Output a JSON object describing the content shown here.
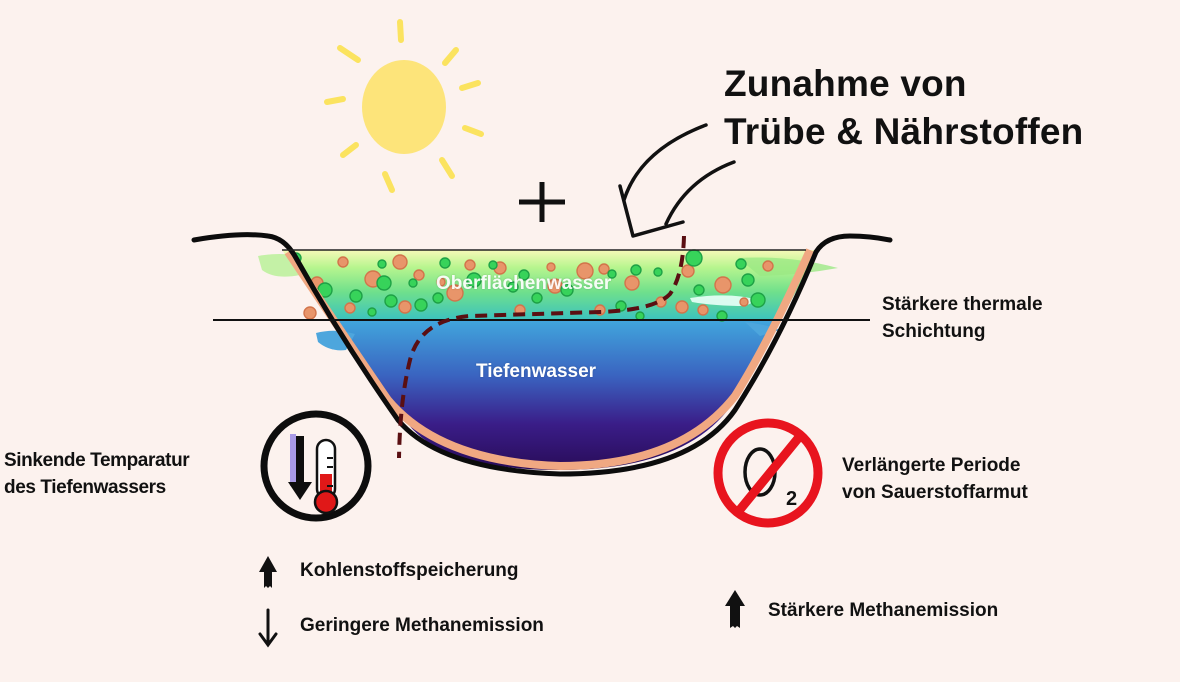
{
  "diagram": {
    "title": {
      "line1": "Zunahme von",
      "line2": "Trübe & Nährstoffen"
    },
    "symbols": {
      "sun": "sun-icon",
      "plus": "+",
      "arrow": "curved-arrow-icon"
    },
    "lake": {
      "surface_layer": "Oberflächenwasser",
      "deep_layer": "Tiefenwasser",
      "thermocline_label": {
        "line1": "Stärkere thermale",
        "line2": "Schichtung"
      }
    },
    "effects": {
      "temperature": {
        "icon": "thermometer-down-icon",
        "line1": "Sinkende Temparatur",
        "line2": "des Tiefenwassers"
      },
      "oxygen": {
        "icon": "no-oxygen-icon",
        "symbol": "O",
        "subscript": "2",
        "line1": "Verlängerte Periode",
        "line2": "von Sauerstoffarmut"
      },
      "carbon_storage": {
        "direction": "up",
        "label": "Kohlenstoffspeicherung"
      },
      "less_methane": {
        "direction": "down",
        "label": "Geringere Methanemission"
      },
      "more_methane": {
        "direction": "up",
        "label": "Stärkere Methanemission"
      }
    },
    "colors": {
      "background": "#fcf2ee",
      "sun": "#fde47a",
      "surface_green": "#a8ef8a",
      "surface_teal": "#3ec6c0",
      "deep_blue": "#3f8fd6",
      "deep_purple": "#2a0a55",
      "sediment": "#f0a882",
      "particle_orange": "#e8956a",
      "particle_green": "#37d35a",
      "temperature_curve": "#5a0f12",
      "no_sign_red": "#e8141e",
      "thermometer_red": "#e01818"
    }
  }
}
